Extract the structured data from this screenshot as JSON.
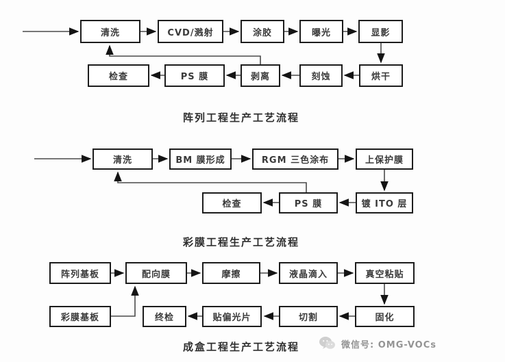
{
  "charts": [
    {
      "title": "阵列工程生产工艺流程",
      "row1": [
        "清洗",
        "CVD/溅射",
        "涂胶",
        "曝光",
        "显影"
      ],
      "row2": [
        "检查",
        "PS 膜",
        "剥离",
        "刻蚀",
        "烘干"
      ],
      "flow": "→清洗→CVD/溅射→涂胶→曝光→显影→烘干→刻蚀→剥离→PS 膜→检查",
      "loop_back": "剥离→清洗"
    },
    {
      "title": "彩膜工程生产工艺流程",
      "row1": [
        "清洗",
        "BM 膜形成",
        "RGM 三色涂布",
        "上保护膜"
      ],
      "row2": [
        "检查",
        "PS 膜",
        "镀 ITO 层"
      ],
      "flow": "→清洗→BM 膜形成→RGM 三色涂布→上保护膜→镀 ITO 层→PS 膜→检查",
      "loop_back": "PS 膜→清洗"
    },
    {
      "title": "成盒工程生产工艺流程",
      "row1": [
        "阵列基板",
        "配向膜",
        "摩擦",
        "液晶滴入",
        "真空粘贴"
      ],
      "row2": [
        "彩膜基板",
        "终检",
        "贴偏光片",
        "切割",
        "固化"
      ],
      "flow": "阵列基板→配向膜→摩擦→液晶滴入→真空粘贴→固化→切割→贴偏光片→终检",
      "loop_back": "彩膜基板→配向膜"
    }
  ],
  "footer": {
    "wechat_label": "微信号: OMG-VOCs",
    "wechat_icon": "wechat-logo"
  },
  "colors": {
    "box_border": "#1c1c1c",
    "line": "#4a4a4a",
    "arrowhead": "#141414",
    "title_text": "#2e2e2e",
    "watermark_gray": "#949494",
    "background": "#fdfdfd"
  }
}
